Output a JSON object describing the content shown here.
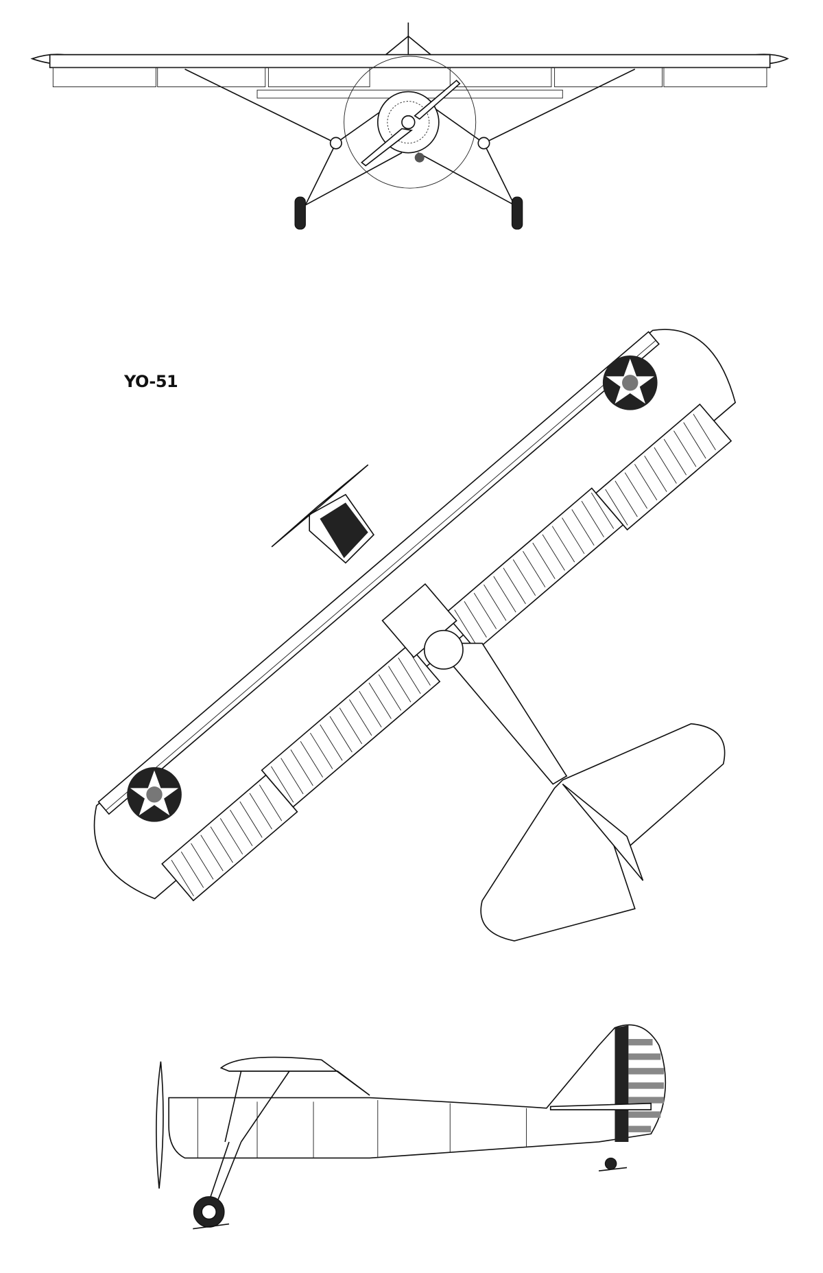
{
  "drawing": {
    "designation": "YO-51",
    "views": [
      "front",
      "top",
      "side"
    ],
    "colors": {
      "line": "#111111",
      "roundel_dark": "#222222",
      "roundel_center": "#777777",
      "stripes": "#888888"
    }
  }
}
